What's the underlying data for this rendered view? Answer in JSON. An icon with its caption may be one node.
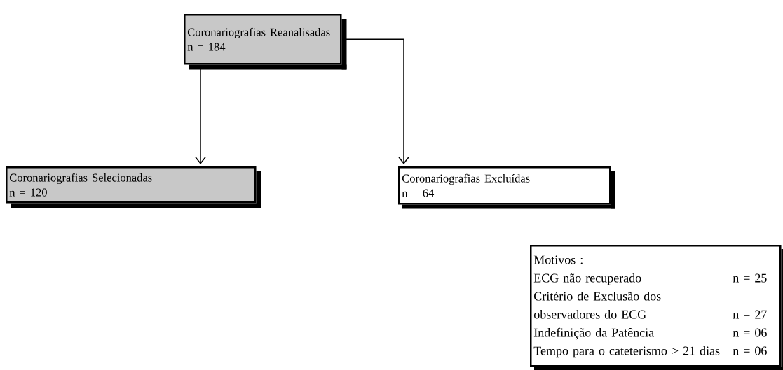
{
  "diagram": {
    "nodes": [
      {
        "text": [
          "Coronariografias Reanalisadas",
          "n = 184"
        ]
      },
      {
        "text": [
          "Coronariografias Selecionadas",
          "n = 120"
        ]
      },
      {
        "text": [
          "Coronariografias Excluídas",
          "n = 64"
        ]
      },
      {
        "text": [
          "Motivos :",
          "ECG não recuperado",
          "n = 25",
          "Critério de Exclusão dos observadores do ECG",
          "n = 27",
          "Indefinição da Patência",
          "n = 06",
          "Tempo para o cateterismo > 21 dias",
          "n = 06"
        ]
      }
    ],
    "edges": [
      {
        "from": 0,
        "to": 1,
        "arrow": "to"
      },
      {
        "from": 0,
        "to": 2,
        "arrow": "to"
      }
    ]
  }
}
